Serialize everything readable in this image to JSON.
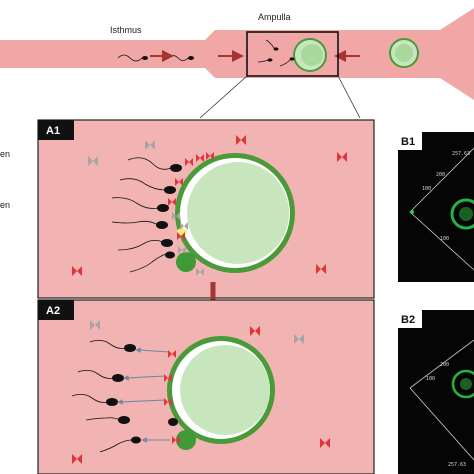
{
  "header": {
    "isthmus_label": "Isthmus",
    "ampulla_label": "Ampulla"
  },
  "side_labels": [
    "en",
    "en"
  ],
  "panels": {
    "a1": "A1",
    "a2": "A2",
    "b1": "B1",
    "b2": "B2"
  },
  "micrograph_b1": {
    "tick_top": "257.63",
    "tick_mid": "200",
    "tick_low": "100",
    "tick_small": "100"
  },
  "micrograph_b2": {
    "tick_200": "200",
    "tick_100": "100",
    "tick_bottom": "257.63"
  },
  "colors": {
    "tube": "#f2a7a7",
    "panel_bg": "#f2b3b3",
    "oocyte_ring": "#4a9a3a",
    "oocyte_fill": "#c7e6bd",
    "oocyte_inner": "#a9d99a",
    "arrow": "#a33535",
    "receptor_red": "#e0353a",
    "receptor_grey": "#a5a5a5",
    "sperm": "#111111",
    "fluor": "#2fd04f"
  },
  "icons": [
    "sperm-icon",
    "flow-arrow-icon",
    "oocyte-icon",
    "bowtie-protein-icon",
    "double-arrow-icon"
  ]
}
